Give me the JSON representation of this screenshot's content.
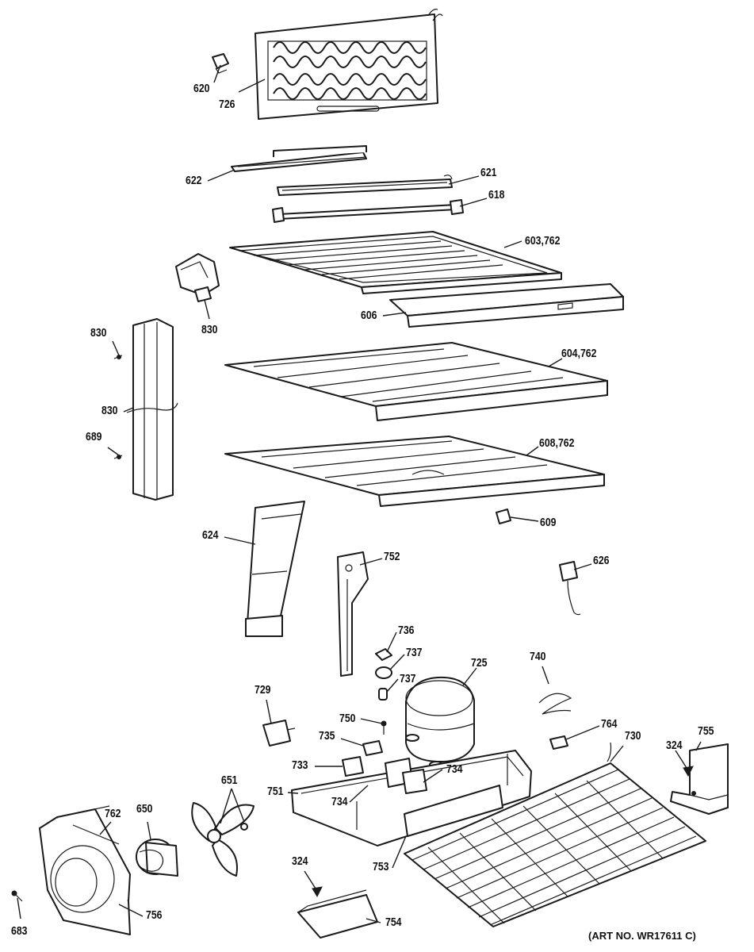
{
  "art_number": "(ART NO. WR17611 C)",
  "callouts": [
    "620",
    "726",
    "622",
    "621",
    "618",
    "603,762",
    "830",
    "606",
    "830",
    "830",
    "604,762",
    "689",
    "608,762",
    "609",
    "624",
    "752",
    "626",
    "736",
    "737",
    "725",
    "740",
    "737",
    "729",
    "750",
    "735",
    "764",
    "730",
    "755",
    "324",
    "733",
    "734",
    "651",
    "751",
    "734",
    "762",
    "650",
    "753",
    "324",
    "756",
    "754",
    "683"
  ]
}
